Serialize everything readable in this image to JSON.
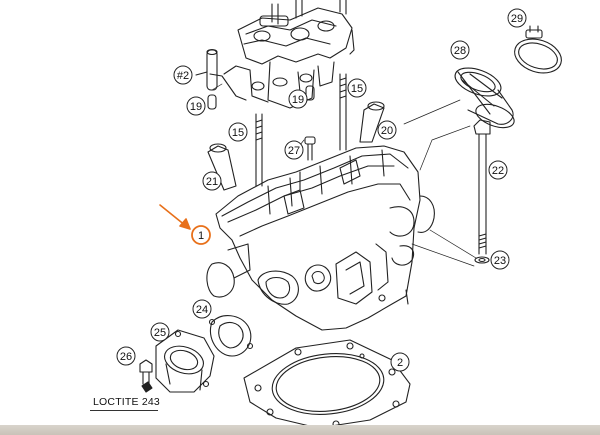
{
  "diagram": {
    "highlight_color": "#e8701a",
    "line_color": "#222222",
    "highlighted_part": "1",
    "callouts": [
      {
        "id": "c-29",
        "label": "29"
      },
      {
        "id": "c-28",
        "label": "28"
      },
      {
        "id": "c-2b",
        "label": "#2"
      },
      {
        "id": "c-19a",
        "label": "19"
      },
      {
        "id": "c-19b",
        "label": "19"
      },
      {
        "id": "c-15a",
        "label": "15"
      },
      {
        "id": "c-15b",
        "label": "15"
      },
      {
        "id": "c-20",
        "label": "20"
      },
      {
        "id": "c-27",
        "label": "27"
      },
      {
        "id": "c-21",
        "label": "21"
      },
      {
        "id": "c-22",
        "label": "22"
      },
      {
        "id": "c-1",
        "label": "1"
      },
      {
        "id": "c-23",
        "label": "23"
      },
      {
        "id": "c-24",
        "label": "24"
      },
      {
        "id": "c-25",
        "label": "25"
      },
      {
        "id": "c-26",
        "label": "26"
      },
      {
        "id": "c-2",
        "label": "2"
      }
    ],
    "note": "LOCTITE 243"
  }
}
